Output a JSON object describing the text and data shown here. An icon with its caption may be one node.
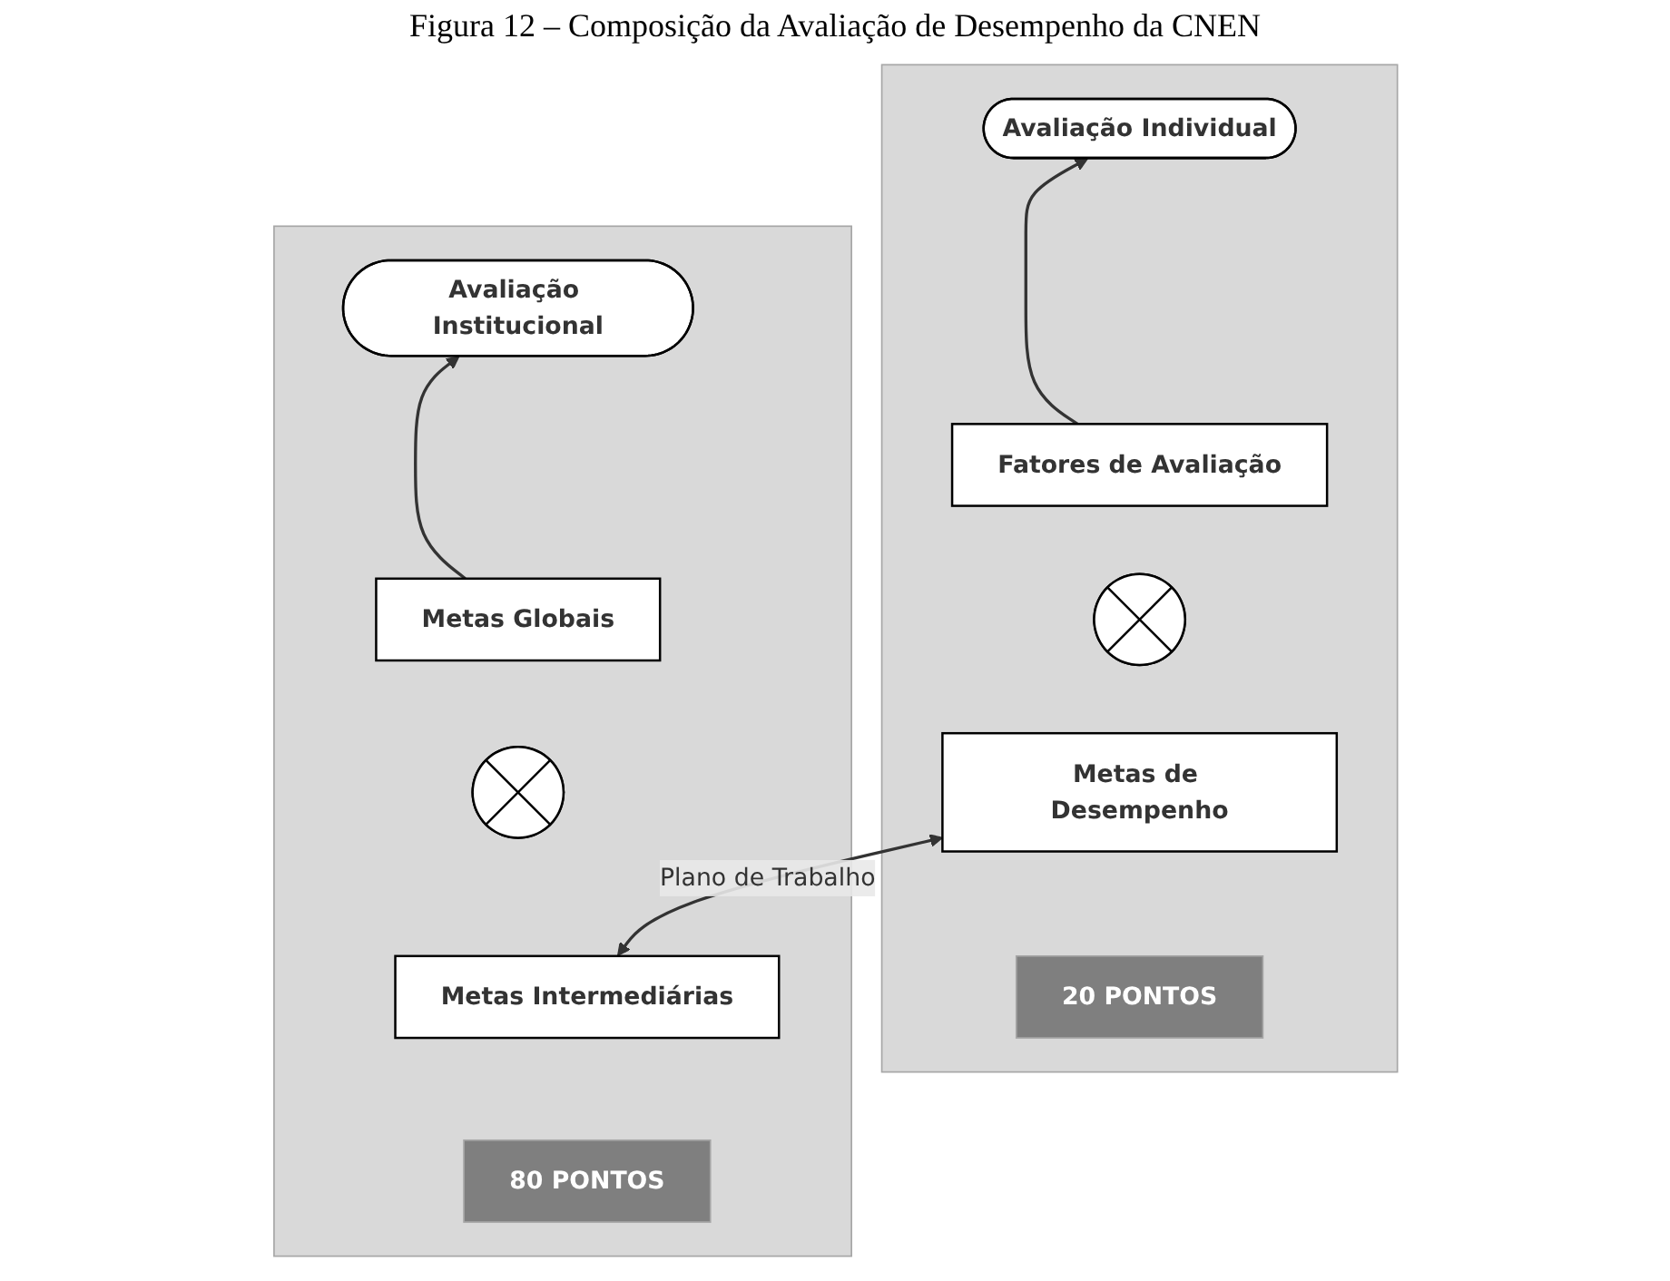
{
  "diagram": {
    "title": "Figura 12 – Composição da Avaliação de Desempenho da CNEN",
    "nodes": [
      {
        "text": [],
        "shape": "box"
      },
      {
        "text": [
          "Avaliação Institucional"
        ],
        "in": 0
      },
      {
        "text": [
          "Metas Globais"
        ],
        "in": 0
      },
      {
        "text": [],
        "shape": "cross",
        "in": 0
      },
      {
        "text": [
          "Metas Intermediárias"
        ],
        "in": 0
      },
      {
        "text": [
          "80 PONTOS"
        ],
        "in": 0
      },
      {
        "text": [],
        "shape": "box"
      },
      {
        "text": [
          "Avaliação Individual"
        ],
        "in": 6
      },
      {
        "text": [
          "Fatores de Avaliação"
        ],
        "in": 6
      },
      {
        "text": [],
        "shape": "cross",
        "in": 6
      },
      {
        "text": [
          "Metas de Desempenho"
        ],
        "in": 6
      },
      {
        "text": [
          "20 PONTOS"
        ],
        "in": 6
      }
    ],
    "edges": [
      {
        "from": 2,
        "to": 1,
        "arrow": "to"
      },
      {
        "from": 8,
        "to": 7,
        "arrow": "to"
      },
      {
        "from": 4,
        "to": 10,
        "arrow": "both",
        "label": "Plano de Trabalho"
      }
    ]
  }
}
